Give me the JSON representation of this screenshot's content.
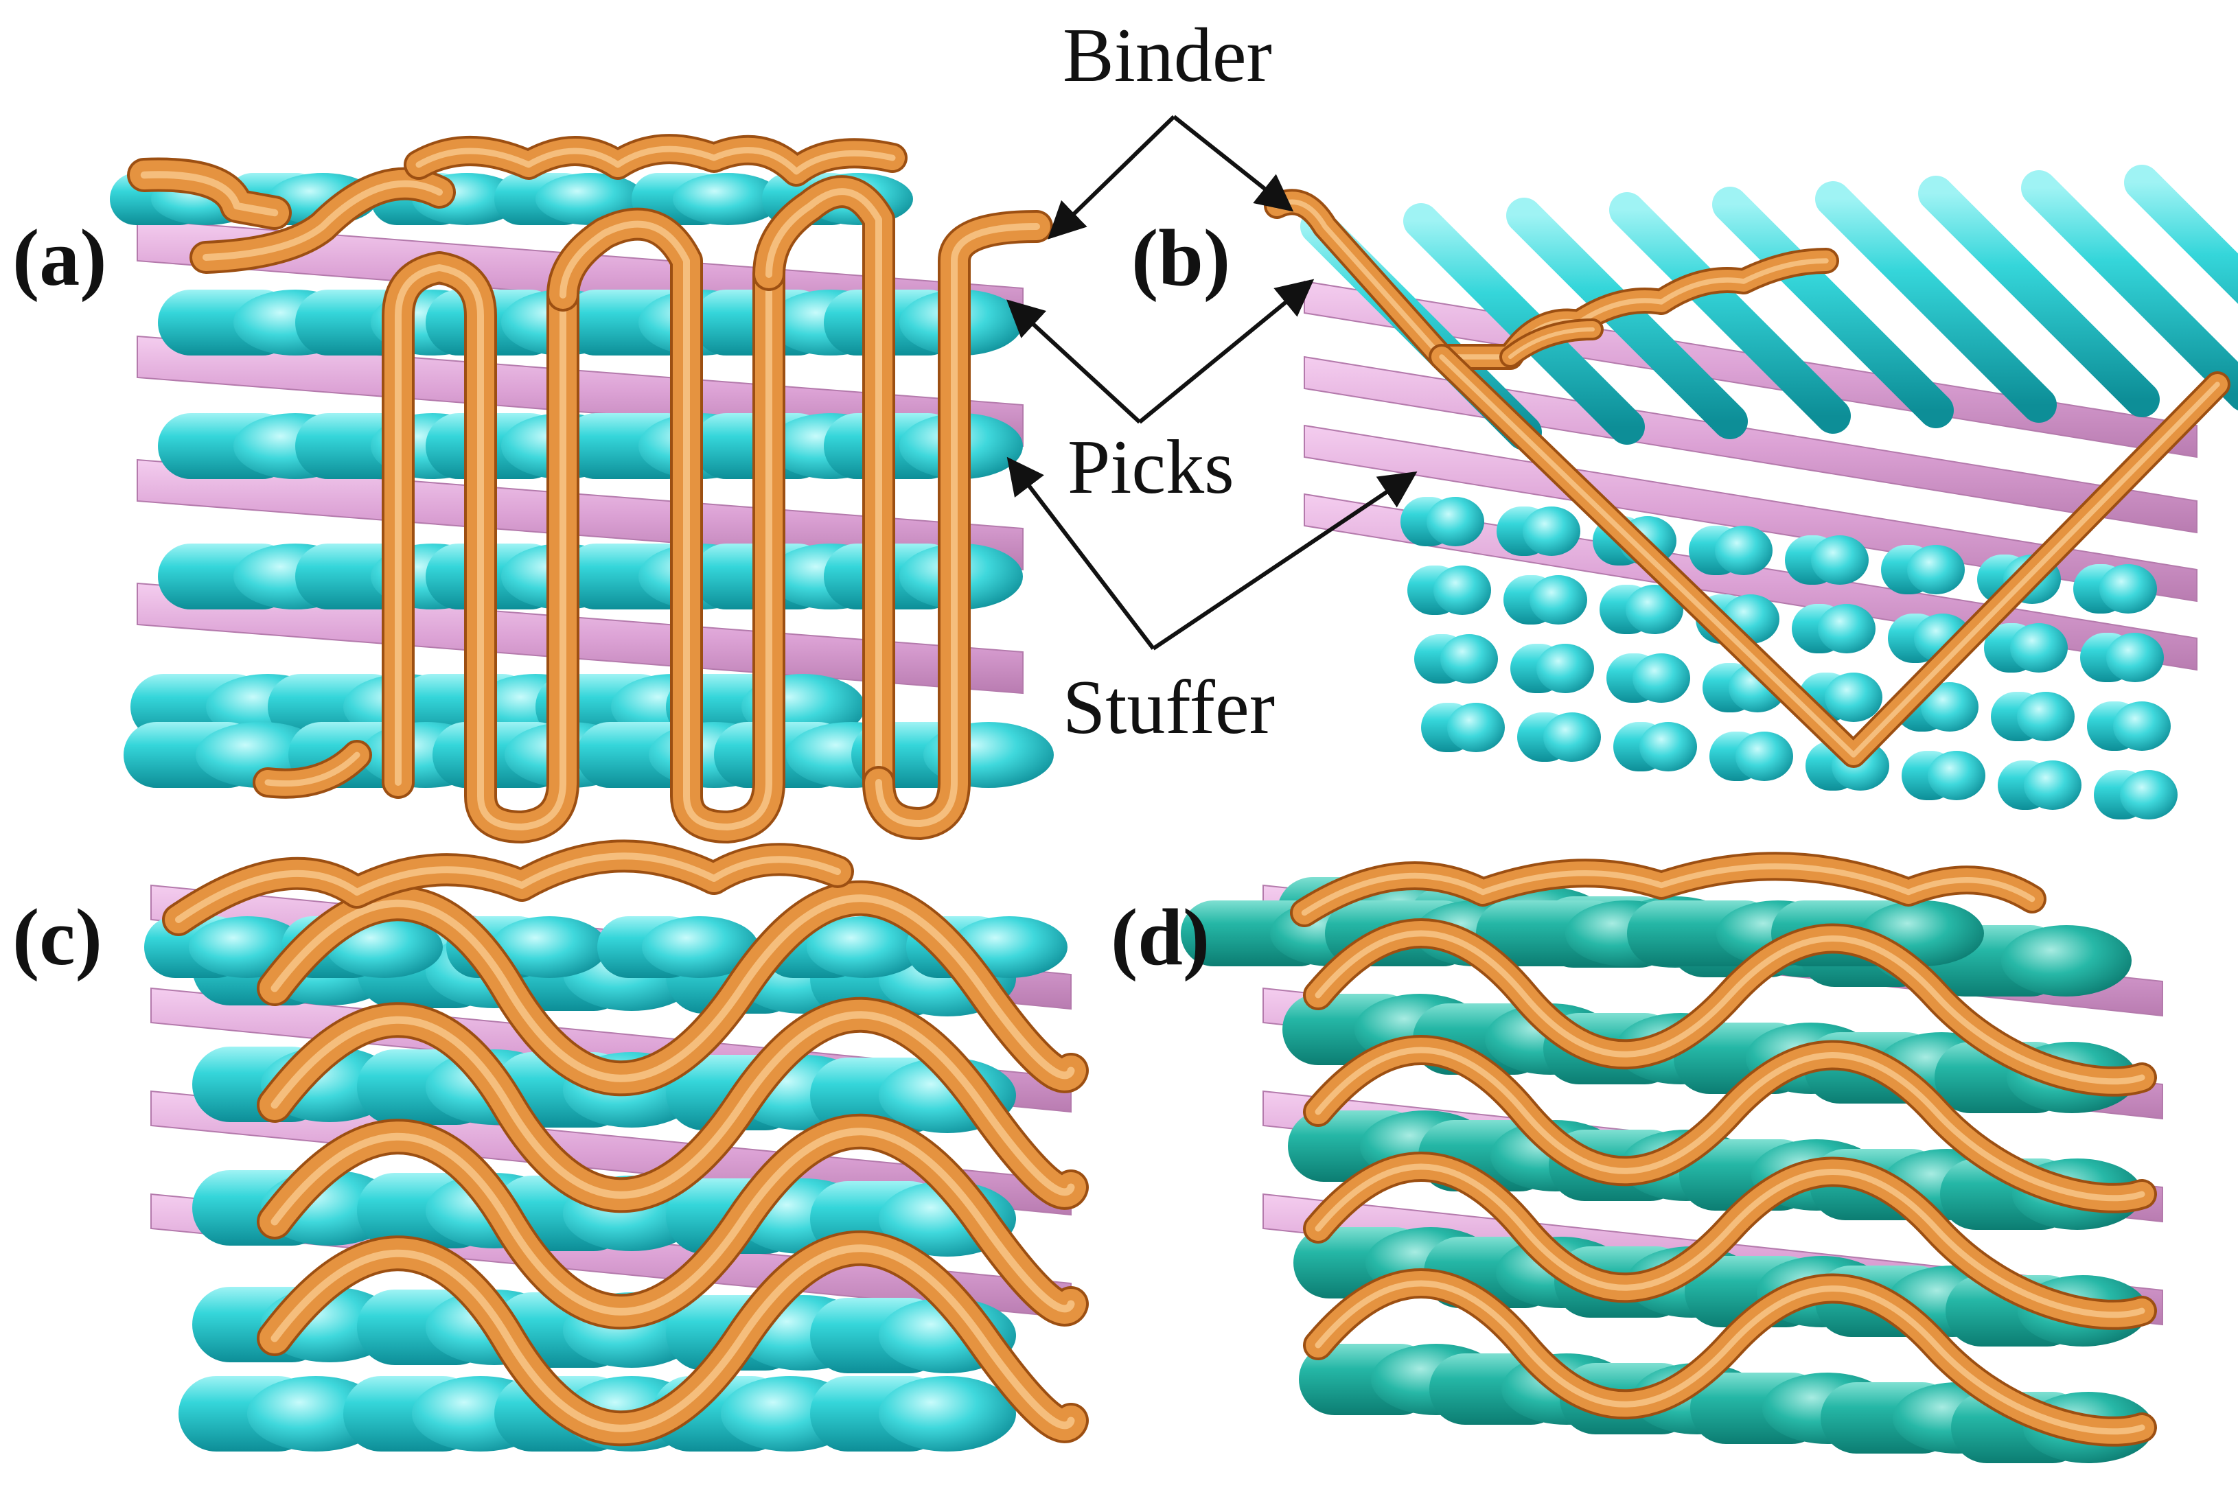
{
  "panels": [
    {
      "id": "a",
      "label": "(a)"
    },
    {
      "id": "b",
      "label": "(b)"
    },
    {
      "id": "c",
      "label": "(c)"
    },
    {
      "id": "d",
      "label": "(d)"
    }
  ],
  "callouts": {
    "binder": "Binder",
    "picks": "Picks",
    "stuffer": "Stuffer"
  },
  "colors": {
    "pick_cyan": "#2fd0d4",
    "pick_teal": "#20b2a3",
    "stuffer_pink": "#e0a6d8",
    "binder_orange": "#e08a34",
    "arrow": "#111111"
  }
}
